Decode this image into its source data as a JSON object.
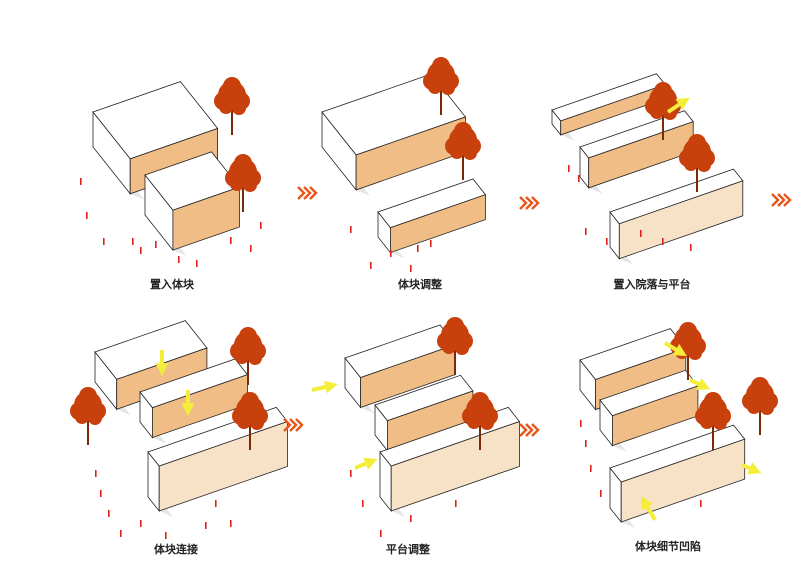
{
  "panels": [
    {
      "label": "置入体块"
    },
    {
      "label": "体块调整"
    },
    {
      "label": "置入院落与平台"
    },
    {
      "label": "体块连接"
    },
    {
      "label": "平台调整"
    },
    {
      "label": "体块细节凹陷"
    }
  ],
  "colors": {
    "orange_face": "#efbd85",
    "light_face": "#f7e2c8",
    "tree": "#c8400c",
    "trunk": "#7a2a08",
    "people": "#e0201a",
    "arrow_step": "#e8561a",
    "arrow_hint": "#f4ee3a",
    "outline": "#222222"
  }
}
